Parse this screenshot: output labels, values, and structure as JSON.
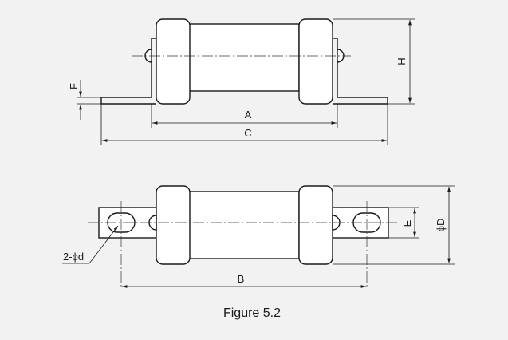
{
  "labels": {
    "A": "A",
    "B": "B",
    "C": "C",
    "H": "H",
    "F": "F",
    "E": "E",
    "D": "ϕD",
    "d": "2-ϕd"
  },
  "caption": "Figure 5.2"
}
